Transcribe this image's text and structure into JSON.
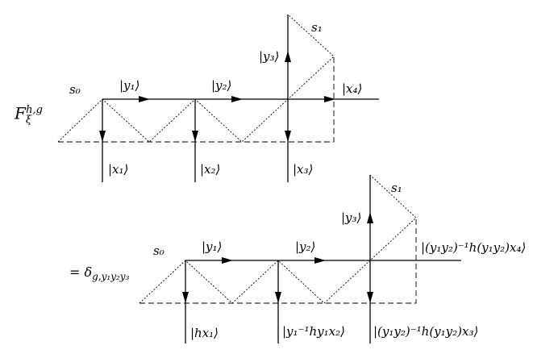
{
  "top": {
    "operator": "F",
    "operator_sub": "ξ",
    "operator_sup": "h,g",
    "kets": {
      "y1": "|y₁⟩",
      "y2": "|y₂⟩",
      "y3": "|y₃⟩",
      "x1": "|x₁⟩",
      "x2": "|x₂⟩",
      "x3": "|x₃⟩",
      "x4": "|x₄⟩"
    },
    "s0": "s₀",
    "s1": "s₁"
  },
  "bottom": {
    "prefix": "= δ",
    "prefix_sub": "g,y₁y₂y₃",
    "kets": {
      "y1": "|y₁⟩",
      "y2": "|y₂⟩",
      "y3": "|y₃⟩",
      "hx1": "|hx₁⟩",
      "mid": "|y₁⁻¹hy₁x₂⟩",
      "x3": "|(y₁y₂)⁻¹h(y₁y₂)x₃⟩",
      "x4": "|(y₁y₂)⁻¹h(y₁y₂)x₄⟩"
    },
    "s0": "s₀",
    "s1": "s₁"
  }
}
